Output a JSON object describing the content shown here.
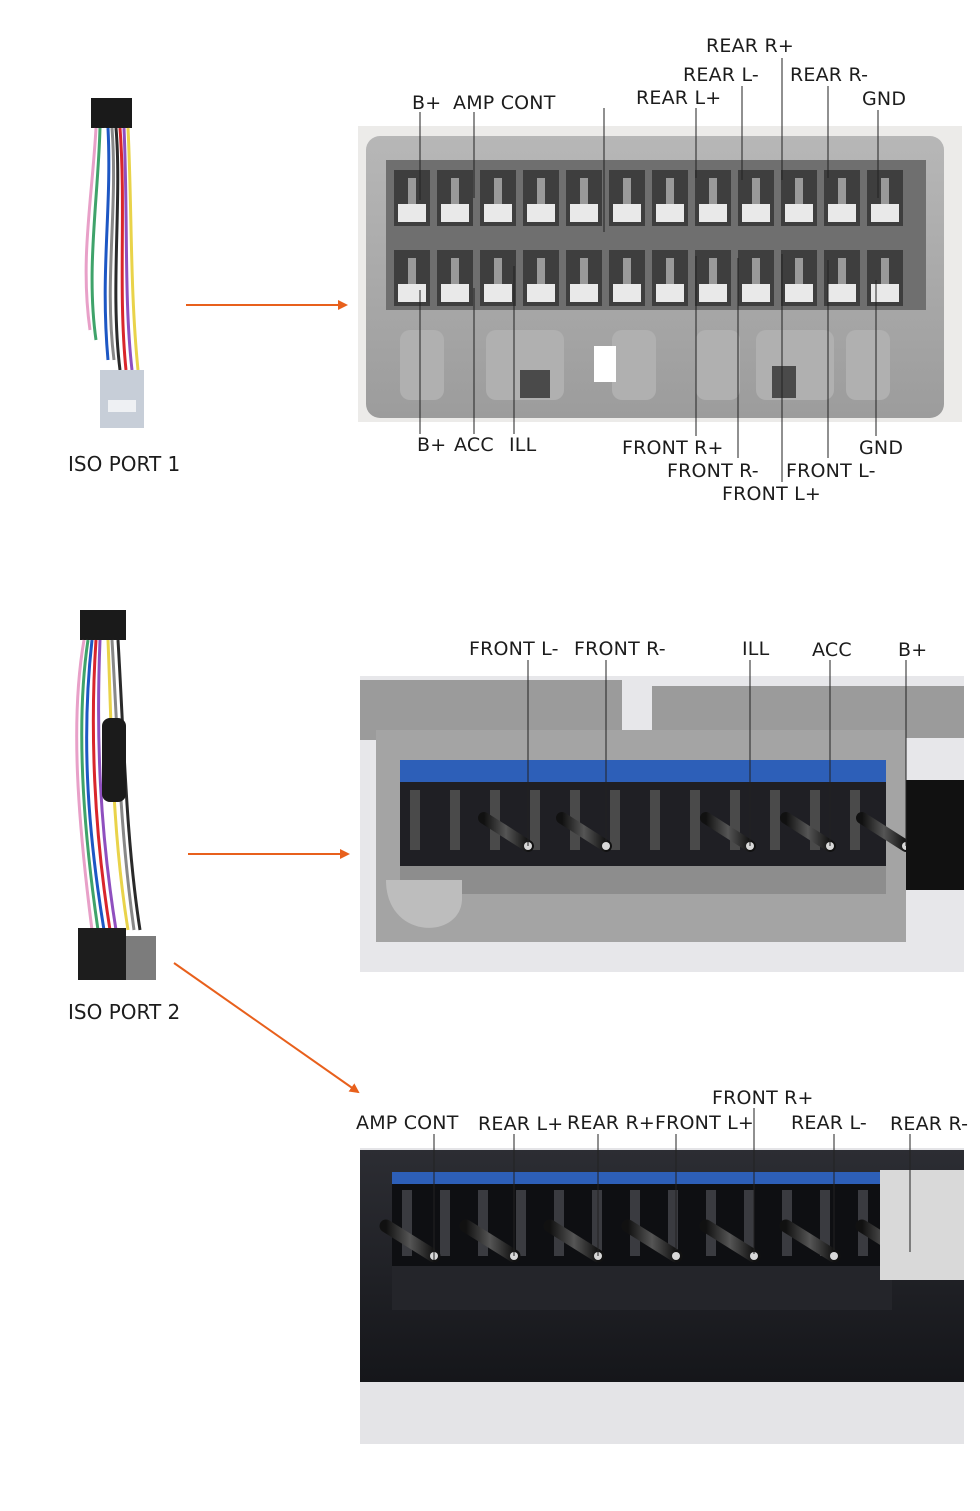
{
  "ports": [
    {
      "name": "ISO PORT 1",
      "top_labels": [
        "B+",
        "AMP CONT",
        "REAR R+",
        "REAR L-",
        "REAR L+",
        "REAR R-",
        "GND"
      ],
      "bottom_labels": [
        "B+",
        "ACC",
        "ILL",
        "FRONT R+",
        "FRONT R-",
        "FRONT L+",
        "FRONT L-",
        "GND"
      ]
    },
    {
      "name": "ISO PORT 2",
      "connector_a_labels": [
        "FRONT L-",
        "FRONT R-",
        "ILL",
        "ACC",
        "B+"
      ],
      "connector_b_labels": [
        "AMP CONT",
        "REAR L+",
        "REAR R+",
        "FRONT L+",
        "FRONT R+",
        "REAR L-",
        "REAR R-"
      ]
    }
  ],
  "colors": {
    "arrow": "#e8601c",
    "grey_housing": "#a9a9a9",
    "black_housing": "#1e1f24",
    "blue_strip": "#2d5fb8",
    "pin": "#2a2a2a",
    "pin_tip": "#d8d8d8",
    "leader": "#222222"
  }
}
